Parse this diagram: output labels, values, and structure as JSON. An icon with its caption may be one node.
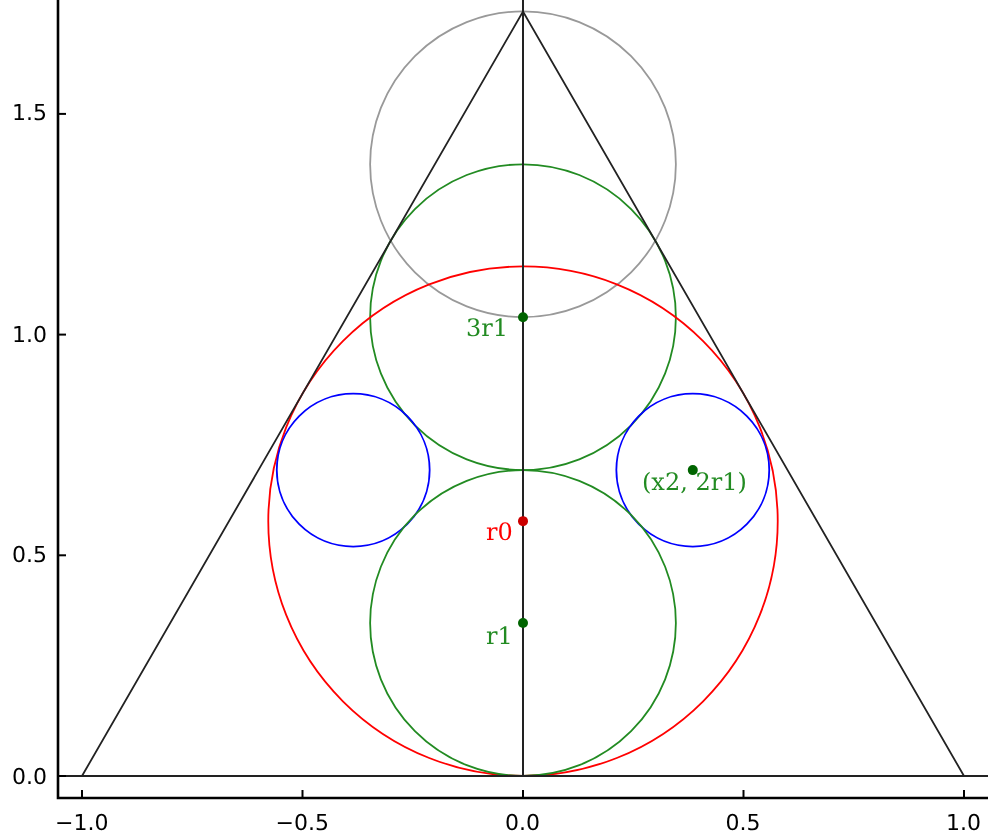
{
  "diagram": {
    "labels": [
      "1.5",
      "1.0",
      "3r1",
      "(x2, 2r1)",
      "r0",
      "0.5",
      "r1",
      "0.0",
      "−1.0",
      "−0.5",
      "0.0",
      "0.5",
      "1.0"
    ]
  }
}
